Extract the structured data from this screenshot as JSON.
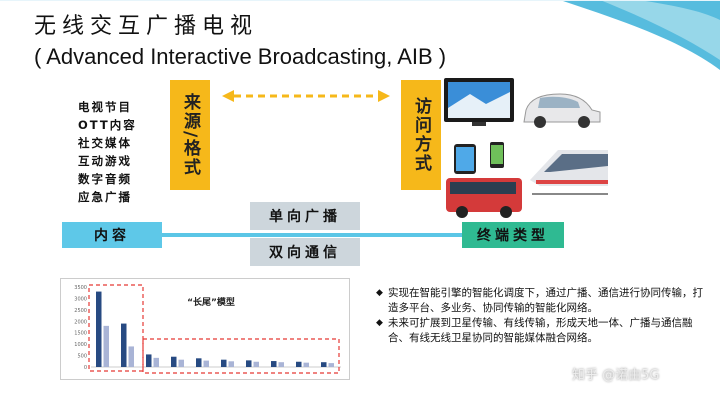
{
  "title": {
    "cn": "无线交互广播电视",
    "en": "( Advanced Interactive Broadcasting, AIB )"
  },
  "content_items": [
    "电视节目",
    "OTT内容",
    "社交媒体",
    "互动游戏",
    "数字音频",
    "应急广播"
  ],
  "source_format_label": "来源/格式",
  "access_method_label": "访问方式",
  "content_box_label": "内容",
  "terminal_box_label": "终端类型",
  "unidirectional_label": "单向广播",
  "bidirectional_label": "双向通信",
  "chart_data": {
    "type": "bar",
    "title": "“长尾”模型",
    "ylim": [
      0,
      3500
    ],
    "yticks": [
      "3500",
      "3000",
      "2500",
      "2000",
      "1500",
      "1000",
      "500",
      "0"
    ],
    "series": [
      {
        "values": [
          3300,
          1900,
          550,
          450,
          380,
          320,
          290,
          260,
          230,
          210
        ]
      },
      {
        "values": [
          1800,
          900,
          400,
          320,
          280,
          250,
          230,
          210,
          190,
          170
        ]
      }
    ],
    "colors": [
      "#274a82",
      "#a9b4d6"
    ]
  },
  "bullets": [
    "实现在智能引擎的智能化调度下，通过广播、通信进行协同传输，打造多平台、多业务、协同传输的智能化网络。",
    "未来可扩展到卫星传输、有线传输，形成天地一体、广播与通信融合、有线无线卫星协同的智能媒体融合网络。"
  ],
  "watermark": "知乎 @诺由5G",
  "colors": {
    "content_box": "#5ec8e8",
    "terminal_box": "#2fba92",
    "gold": "#f6b81a",
    "gray_box": "#cdd6dc",
    "chart_dash": "#e53935"
  }
}
